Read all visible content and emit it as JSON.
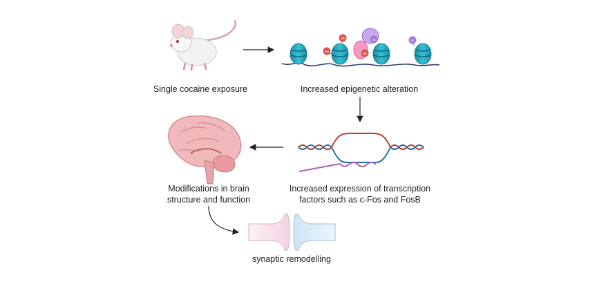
{
  "labels": {
    "single_exposure": "Single cocaine exposure",
    "epigenetic": "Increased epigenetic alteration",
    "brain_line1": "Modifications in brain",
    "brain_line2": "structure and function",
    "expression_line1": "Increased expression of transcription",
    "expression_line2": "factors such as c-Fos and FosB",
    "synaptic": "synaptic remodelling"
  },
  "marks": {
    "me": "Me",
    "ac": "Ac"
  },
  "colors": {
    "nucleosome": "#2bb3c9",
    "dna_line": "#2f3a6b",
    "methyl": "#d9534f",
    "acetyl": "#a27fd6",
    "writer_pink": "#f06aa0",
    "dna_red": "#c0392b",
    "dna_blue": "#1f6fa8",
    "rna_purple": "#b05cc8",
    "brain": "#e8a0a4",
    "pre_synapse": "#f6e3ee",
    "post_synapse": "#dcecf8"
  }
}
